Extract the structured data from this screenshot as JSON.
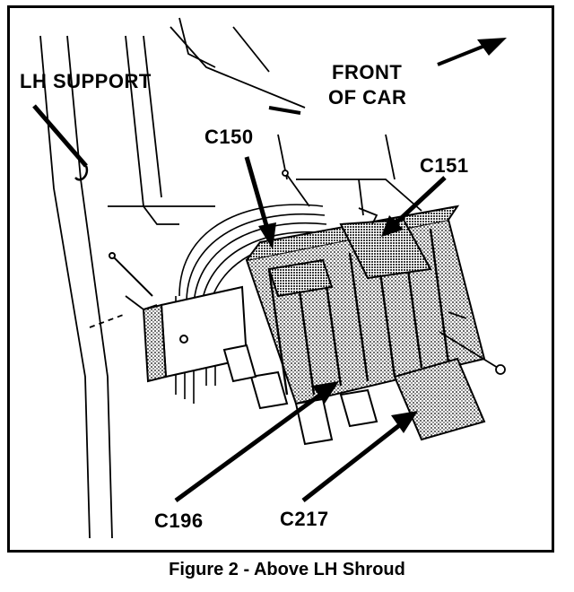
{
  "figure": {
    "labels": {
      "lh_support": "LH SUPPORT",
      "front_of_car_line1": "FRONT",
      "front_of_car_line2": "OF CAR",
      "c150": "C150",
      "c151": "C151",
      "c196": "C196",
      "c217": "C217"
    },
    "caption": "Figure 2 - Above LH Shroud"
  }
}
